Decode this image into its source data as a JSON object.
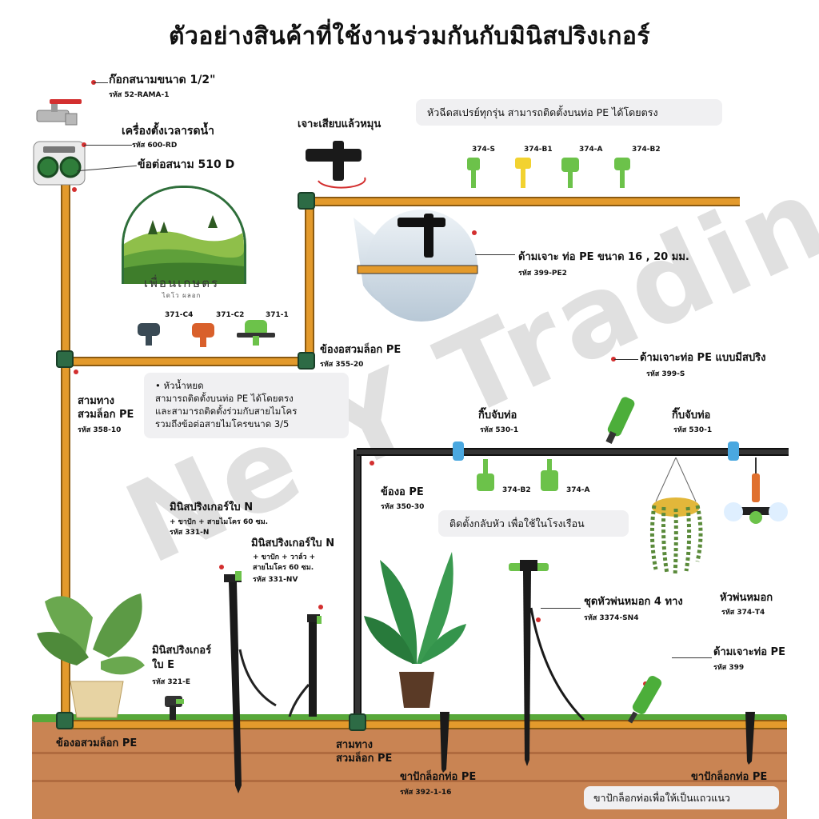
{
  "title": "ตัวอย่างสินค้าที่ใช้งานร่วมกันกับมินิสปริงเกอร์",
  "watermark": "Ne Y Trading",
  "logo": {
    "name": "เพื่อนเกษตร",
    "sub": "ไดโว ผลอก"
  },
  "items": {
    "faucet": {
      "label": "ก๊อกสนามขนาด 1/2\"",
      "code": "รหัส 52-RAMA-1"
    },
    "timer": {
      "label": "เครื่องตั้งเวลารดน้ำ",
      "code": "รหัส 600-RD"
    },
    "connector": {
      "label": "ข้อต่อสนาม 510 D"
    },
    "piercer": {
      "label": "เจาะเสียบแล้วหมุน"
    },
    "pe_tool": {
      "label": "ด้ามเจาะ ท่อ PE ขนาด 16 , 20 มม.",
      "code": "รหัส 399-PE2"
    },
    "elbow_top": {
      "label": "ข้องอสวมล็อก PE",
      "code": "รหัส 355-20"
    },
    "tee_left": {
      "label_line1": "สามทาง",
      "label_line2": "สวมล็อก PE",
      "code": "รหัส 358-10"
    },
    "spring_tool": {
      "label": "ด้ามเจาะท่อ PE แบบมีสปริง",
      "code": "รหัส 399-S"
    },
    "clip_left": {
      "label": "กิ๊บจับท่อ",
      "code": "รหัส 530-1"
    },
    "clip_right": {
      "label": "กิ๊บจับท่อ",
      "code": "รหัส 530-1"
    },
    "elbow_mid": {
      "label": "ข้องอ PE",
      "code": "รหัส 350-30"
    },
    "mini_n": {
      "label": "มินิสปริงเกอร์ใบ N",
      "desc": "+ ขาปัก + สายไมโคร 60 ซม.",
      "code": "รหัส 331-N"
    },
    "mini_nv": {
      "label": "มินิสปริงเกอร์ใบ N",
      "desc1": "+ ขาปัก + วาล์ว +",
      "desc2": "สายไมโคร 60 ซม.",
      "code": "รหัส 331-NV"
    },
    "mini_e": {
      "label_line1": "มินิสปริงเกอร์",
      "label_line2": "ใบ E",
      "code": "รหัส 321-E"
    },
    "mist_set": {
      "label": "ชุดหัวพ่นหมอก 4 ทาง",
      "code": "รหัส 3374-SN4"
    },
    "mist_head": {
      "label": "หัวพ่นหมอก",
      "code": "รหัส 374-T4"
    },
    "pe_tool2": {
      "label": "ด้ามเจาะท่อ PE",
      "code": "รหัส 399"
    },
    "elbow_bottom": {
      "label": "ข้องอสวมล็อก PE"
    },
    "tee_bottom": {
      "label_line1": "สามทาง",
      "label_line2": "สวมล็อก PE"
    },
    "stake_left": {
      "label": "ขาปักล็อกท่อ PE",
      "code": "รหัส 392-1-16"
    },
    "stake_right": {
      "label": "ขาปักล็อกท่อ PE"
    }
  },
  "notes": {
    "spray": "หัวฉีดสเปรย์ทุกรุ่น สามารถติดตั้งบนท่อ PE ได้โดยตรง",
    "drip_line1": "• หัวน้ำหยด",
    "drip_line2": "สามารถติดตั้งบนท่อ PE ได้โดยตรง",
    "drip_line3": "และสามารถติดตั้งร่วมกับสายไมโคร",
    "drip_line4": "รวมถึงข้อต่อสายไมโครขนาด 3/5",
    "greenhouse": "ติดตั้งกลับหัว เพื่อใช้ในโรงเรือน",
    "stake_row": "ขาปักล็อกท่อเพื่อให้เป็นแถวแนว"
  },
  "spray_heads": [
    "374-S",
    "374-B1",
    "374-A",
    "374-B2"
  ],
  "drippers": [
    "371-C4",
    "371-C2",
    "371-1"
  ],
  "inverted_heads": [
    "374-B2",
    "374-A"
  ],
  "colors": {
    "pipe": "#e39a2c",
    "fitting": "#2d6b45",
    "accent": "#6cc24a",
    "yellow": "#f2d230",
    "soil": "#c98453",
    "leader_dot": "#d32f2f"
  }
}
